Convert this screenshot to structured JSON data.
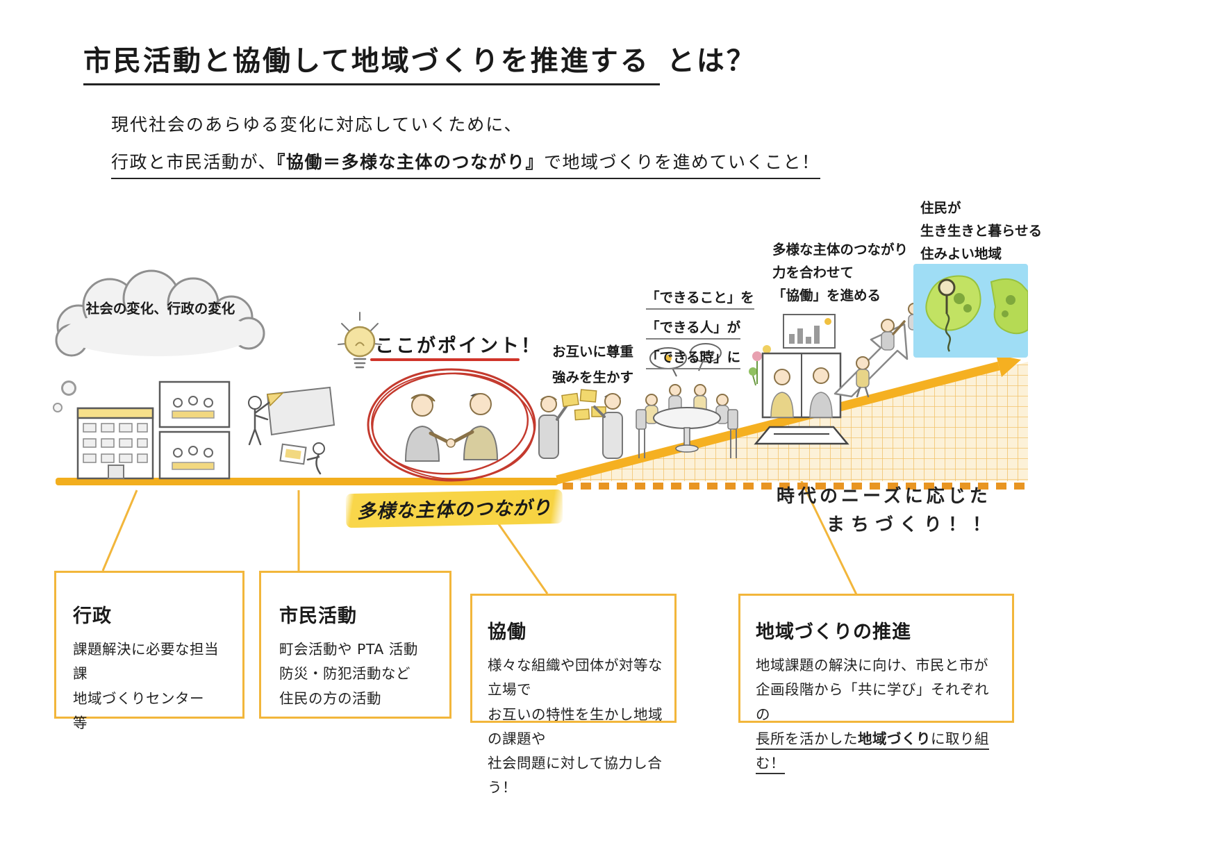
{
  "colors": {
    "accent_yellow": "#F2B02E",
    "dash_orange": "#E89522",
    "grid_line": "#F2C36B",
    "grid_bg": "#FCF1D8",
    "highlight_yellow": "#F7D342",
    "red_accent": "#D0342A",
    "box_border": "#F2B63B",
    "map_sea": "#9FDDF5",
    "map_land": "#C2E263"
  },
  "header": {
    "title_main": "市民活動と協働して地域づくりを推進する",
    "title_suffix": "とは？",
    "intro_line1": "現代社会のあらゆる変化に対応していくために、",
    "intro_line2_pre": "行政と市民活動が、",
    "intro_line2_bold": "『協働＝多様な主体のつながり』",
    "intro_line2_post": "で地域づくりを進めていくこと！"
  },
  "diagram": {
    "cloud_label": "社会の変化、行政の変化",
    "point_callout": "ここがポイント！",
    "respect_lines": [
      "お互いに尊重",
      "強みを生かす"
    ],
    "dekiru_lines": [
      "「できること」を",
      "「できる人」が",
      "「できる時」に"
    ],
    "kyodo_lines": [
      "多様な主体のつながり",
      "力を合わせて",
      "「協働」を進める"
    ],
    "jumin_lines": [
      "住民が",
      "生き生きと暮らせる",
      "住みよい地域"
    ],
    "needs_line1": "時代のニーズに応じた",
    "needs_line2": "まちづくり！！",
    "baseline_highlight": "多様な主体のつながり"
  },
  "illustrations": [
    "thought-cloud",
    "city-hall-building",
    "citizens-posters",
    "lightbulb",
    "handshake-red-circle",
    "card-discussion",
    "round-table-discussion",
    "online-meeting-laptop",
    "climbing-arrow-people",
    "region-map-pin"
  ],
  "boxes": [
    {
      "title": "行政",
      "lines": [
        "課題解決に必要な担当課",
        "地域づくりセンター　等"
      ]
    },
    {
      "title": "市民活動",
      "lines": [
        "町会活動や PTA 活動",
        "防災・防犯活動など",
        "住民の方の活動"
      ]
    },
    {
      "title": "協働",
      "lines": [
        "様々な組織や団体が対等な立場で",
        "お互いの特性を生かし地域の課題や",
        "社会問題に対して協力し合う！"
      ]
    },
    {
      "title": "地域づくりの推進",
      "lines": [
        "地域課題の解決に向け、市民と市が",
        "企画段階から「共に学び」それぞれの"
      ],
      "last_line_pre": "長所を活かした",
      "last_line_bold": "地域づくり",
      "last_line_post": "に取り組む！"
    }
  ]
}
